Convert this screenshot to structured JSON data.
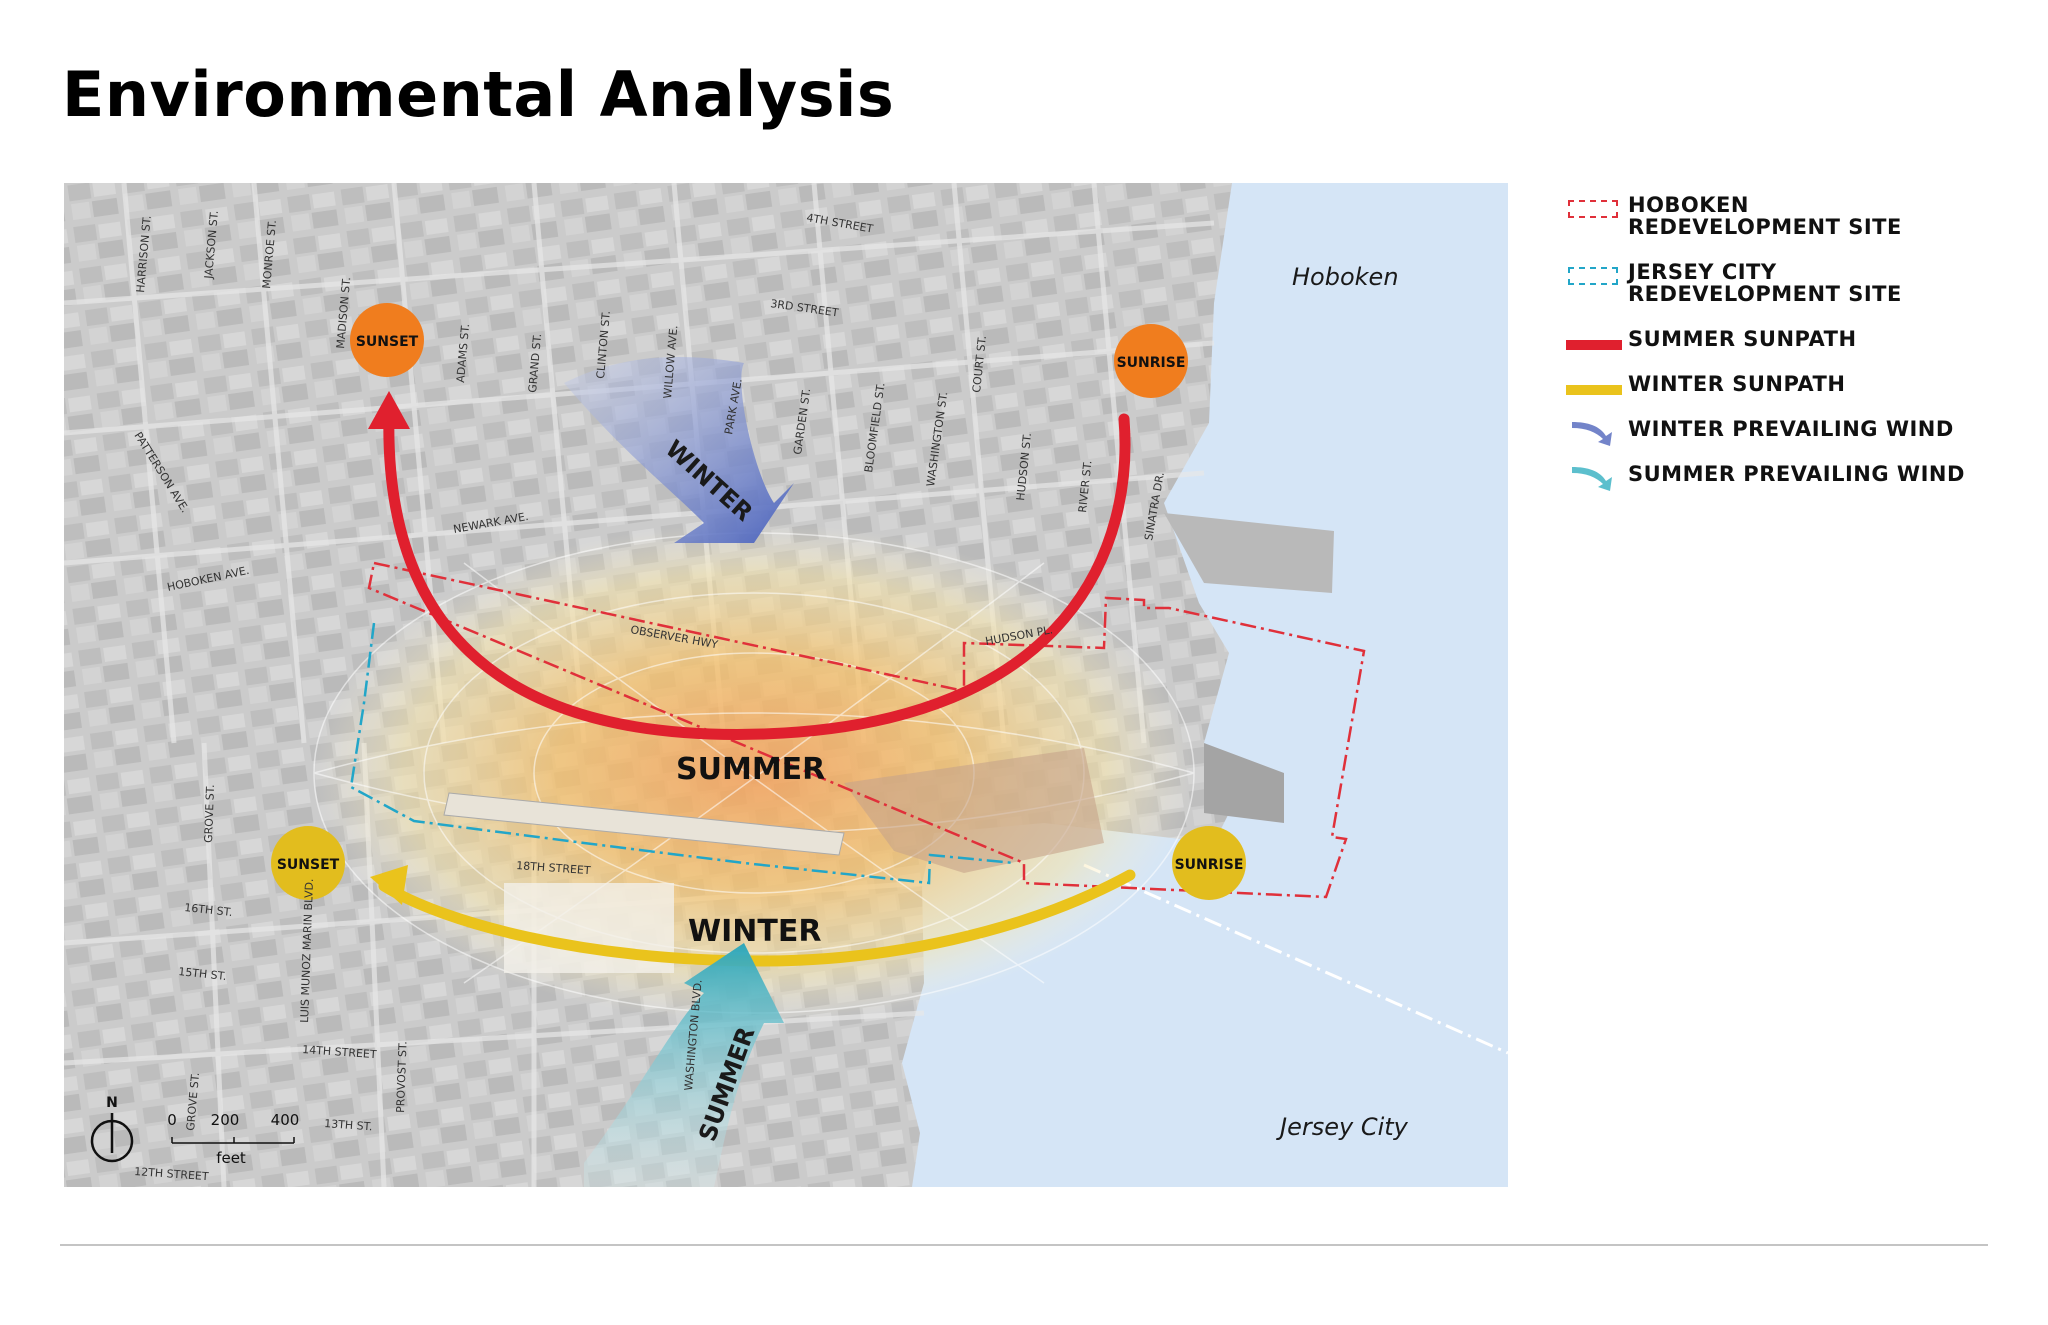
{
  "header": {
    "title": "Environmental Analysis"
  },
  "legend": {
    "items": [
      {
        "label": "HOBOKEN REDEVELOPMENT SITE",
        "swatch": "dashed",
        "color": "#e0303a"
      },
      {
        "label": "JERSEY CITY REDEVELOPMENT SITE",
        "swatch": "dashed",
        "color": "#22a6c8"
      },
      {
        "label": "SUMMER SUNPATH",
        "swatch": "line",
        "color": "#e0202e"
      },
      {
        "label": "WINTER SUNPATH",
        "swatch": "line",
        "color": "#eac31c"
      },
      {
        "label": "WINTER PREVAILING WIND",
        "swatch": "arrow",
        "color": "#5a6fc0"
      },
      {
        "label": "SUMMER PREVAILING WIND",
        "swatch": "arrow",
        "color": "#3fb4c4"
      }
    ]
  },
  "map": {
    "place_labels": {
      "hoboken": "Hoboken",
      "jersey_city": "Jersey City"
    },
    "season_labels": {
      "summer": "SUMMER",
      "winter": "WINTER"
    },
    "wind_labels": {
      "winter": "WINTER",
      "summer": "SUMMER"
    },
    "sun_markers": {
      "summer_sunset": "SUNSET",
      "summer_sunrise": "SUNRISE",
      "winter_sunset": "SUNSET",
      "winter_sunrise": "SUNRISE"
    },
    "colors": {
      "summer_path": "#e0202e",
      "winter_path": "#eac31c",
      "summer_sun": "#f07d1e",
      "winter_sun": "#e2bd1e",
      "water": "#d5e5f6",
      "hoboken_site": "#e0303a",
      "jersey_site": "#22a6c8"
    },
    "streets": [
      "4TH STREET",
      "3RD STREET",
      "HARRISON ST.",
      "JACKSON ST.",
      "MONROE ST.",
      "MADISON ST.",
      "ADAMS ST.",
      "GRAND ST.",
      "CLINTON ST.",
      "WILLOW AVE.",
      "PARK AVE.",
      "GARDEN ST.",
      "BLOOMFIELD ST.",
      "WASHINGTON ST.",
      "COURT ST.",
      "HUDSON ST.",
      "RIVER ST.",
      "SINATRA DR.",
      "PATTERSON AVE.",
      "NEWARK AVE.",
      "HOBOKEN AVE.",
      "OBSERVER HWY",
      "HUDSON PL.",
      "GROVE ST.",
      "18TH STREET",
      "16TH ST.",
      "15TH ST.",
      "LUIS MUNOZ MARIN BLVD.",
      "WASHINGTON BLVD.",
      "14TH STREET",
      "GROVE ST.",
      "PROVOST ST.",
      "13TH ST.",
      "12TH STREET"
    ],
    "scale": {
      "north": "N",
      "ticks": [
        "0",
        "200",
        "400"
      ],
      "unit": "feet"
    }
  }
}
